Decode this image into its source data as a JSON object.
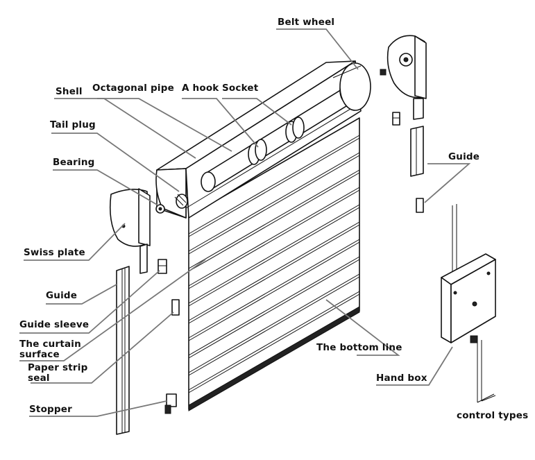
{
  "labels": {
    "belt_wheel": "Belt wheel",
    "shell": "Shell",
    "octagonal_pipe": "Octagonal pipe",
    "a_hook": "A hook",
    "socket": "Socket",
    "tail_plug": "Tail plug",
    "bearing": "Bearing",
    "guide_right": "Guide",
    "swiss_plate": "Swiss plate",
    "guide_left": "Guide",
    "guide_sleeve": "Guide sleeve",
    "curtain_surface_1": "The curtain",
    "curtain_surface_2": "surface",
    "bottom_line": "The bottom line",
    "paper_strip_seal_1": "Paper strip",
    "paper_strip_seal_2": "seal",
    "hand_box": "Hand box",
    "stopper": "Stopper",
    "control_types": "control types"
  }
}
